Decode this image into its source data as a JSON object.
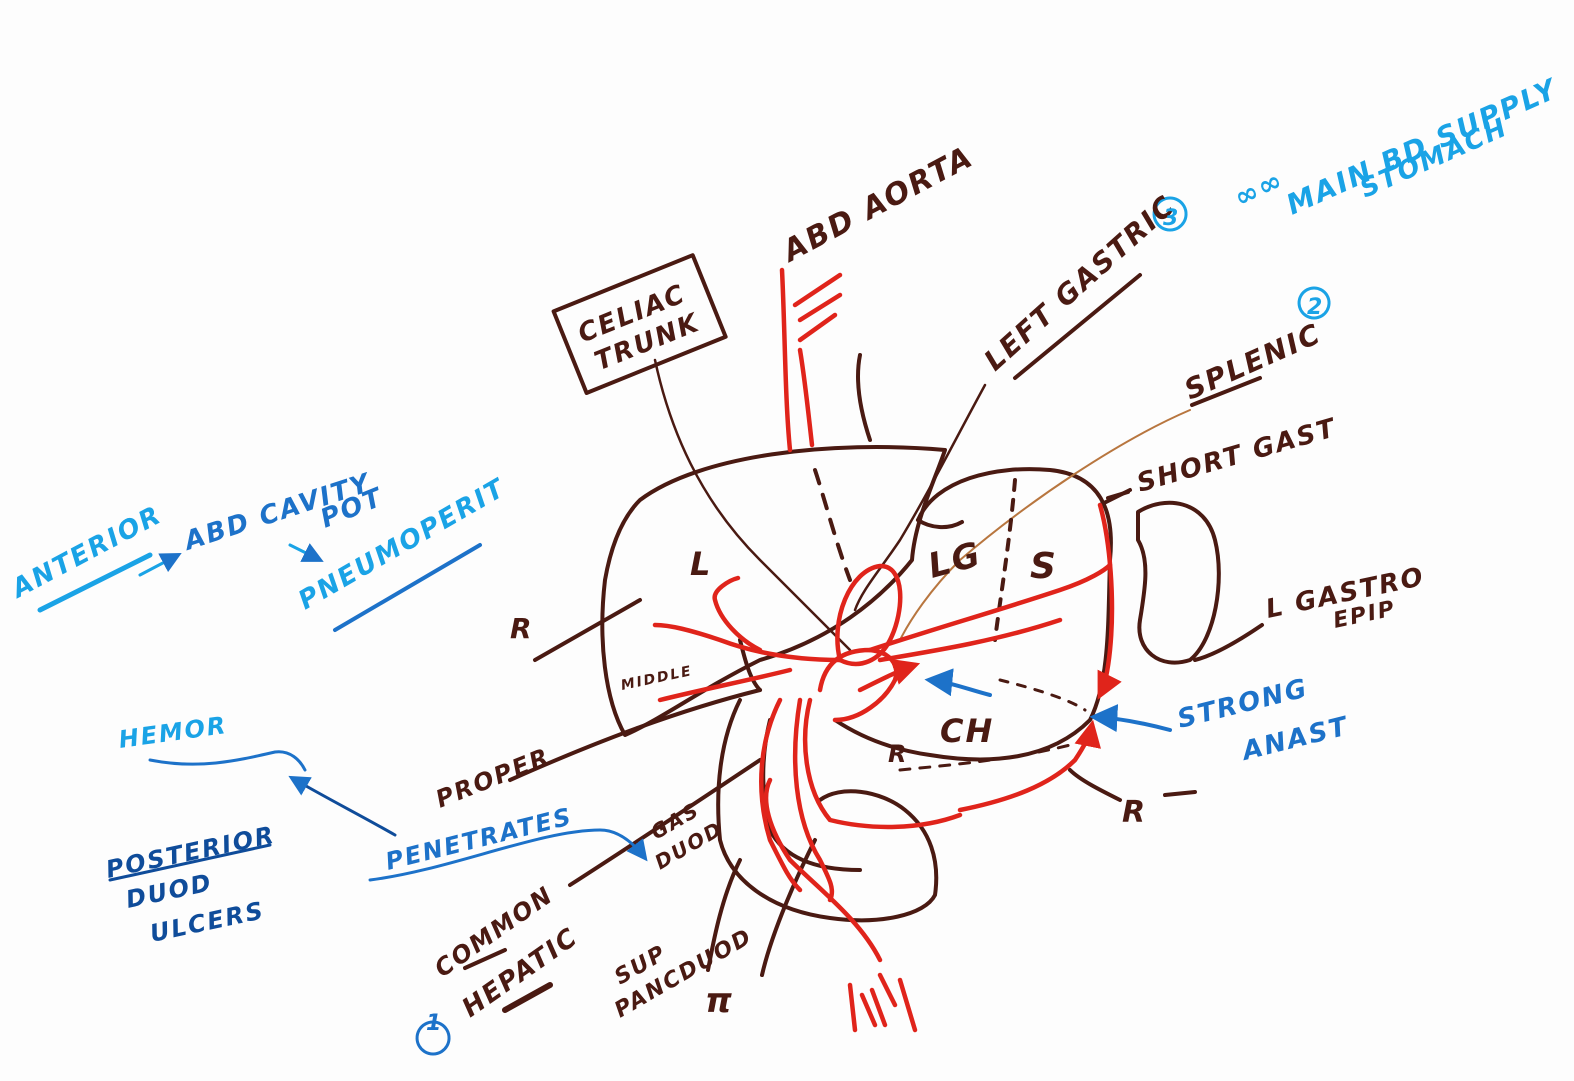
{
  "colors": {
    "brown": "#4a1a12",
    "red": "#e0241b",
    "blue": "#1d72c9",
    "navy": "#0f4c9a",
    "cyan": "#1aa3e6"
  },
  "labels": {
    "celiac_trunk_line1": "CELIAC",
    "celiac_trunk_line2": "TRUNK",
    "abd_aorta": "ABD AORTA",
    "left_gastric": "LEFT GASTRIC",
    "left_gastric_rank": "3",
    "splenic": "SPLENIC",
    "splenic_rank": "2",
    "main_supply_line1": "MAIN BD SUPPLY",
    "main_supply_line2": "STOMACH",
    "main_supply_symbol": "∞∞",
    "short_gast": "SHORT GAST",
    "short_gast_prefix": "—",
    "l_gastro_epip_line1": "L GASTRO",
    "l_gastro_epip_line2": "EPIP",
    "strong_anast_line1": "STRONG",
    "strong_anast_line2": "ANAST",
    "r_bottom": "R",
    "r_bottom_dash": "—",
    "ch": "CH",
    "lg": "LG",
    "s": "S",
    "l_liver": "L",
    "r_left": "R",
    "r_inner": "R",
    "middle": "MIDDLE",
    "proper": "PROPER",
    "gast_duod_line1": "GAS",
    "gast_duod_line2": "DUOD",
    "common_hepatic_line1": "COMMON",
    "common_hepatic_line2": "HEPATIC",
    "common_hepatic_rank": "1",
    "sup_pancduod_line1": "SUP",
    "sup_pancduod_line2": "PANCDUOD",
    "pi": "π",
    "anterior": "ANTERIOR",
    "abd_cavity": "ABD CAVITY",
    "pot": "POT",
    "pneumoperit": "PNEUMOPERIT",
    "hemor": "HEMOR",
    "penetrates": "PENETRATES",
    "posterior": "POSTERIOR",
    "duod": "DUOD",
    "ulcers": "ULCERS"
  }
}
